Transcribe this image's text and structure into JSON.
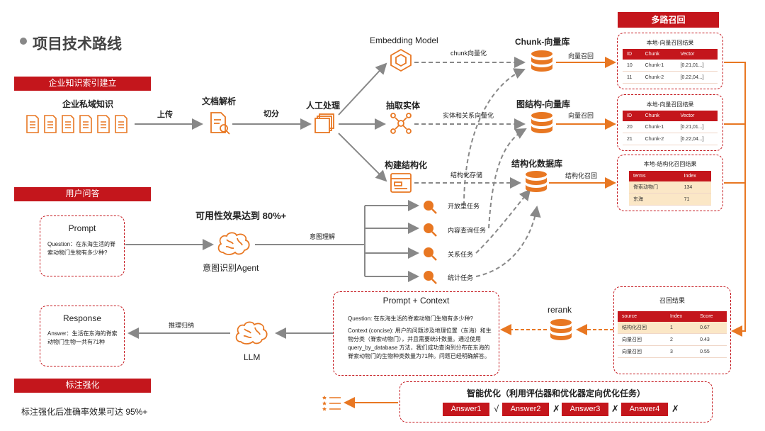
{
  "title": "项目技术路线",
  "sections": {
    "index": "企业知识索引建立",
    "qa": "用户问答",
    "annotation": "标注强化",
    "multi_recall": "多路召回"
  },
  "pipeline": {
    "private_knowledge": "企业私域知识",
    "upload": "上传",
    "doc_parse": "文档解析",
    "split": "切分",
    "manual": "人工处理",
    "embedding_model": "Embedding Model",
    "extract_entity": "抽取实体",
    "build_struct": "构建结构化",
    "chunk_vec": "chunk向量化",
    "entity_vec": "实体和关系向量化",
    "struct_store": "结构化存储",
    "chunk_db": "Chunk-向量库",
    "graph_db": "图结构-向量库",
    "struct_db": "结构化数据库",
    "vec_recall_1": "向量召回",
    "vec_recall_2": "向量召回",
    "struct_recall": "结构化召回"
  },
  "recall_tables": [
    {
      "title": "本地-向量召回结果",
      "headers": [
        "ID",
        "Chunk",
        "Vector"
      ],
      "rows": [
        [
          "10",
          "Chunk-1",
          "[0.21,01...]"
        ],
        [
          "11",
          "Chunk-2",
          "[0.22,04...]"
        ]
      ]
    },
    {
      "title": "本地-向量召回结果",
      "headers": [
        "ID",
        "Chunk",
        "Vector"
      ],
      "rows": [
        [
          "20",
          "Chunk-1",
          "[0.21,01...]"
        ],
        [
          "21",
          "Chunk-2",
          "[0.22,04...]"
        ]
      ]
    },
    {
      "title": "本地-结构化召回结果",
      "headers": [
        "terms",
        "Index"
      ],
      "rows": [
        [
          "脊索动物门",
          "134"
        ],
        [
          "东海",
          "71"
        ]
      ]
    }
  ],
  "qa": {
    "prompt_title": "Prompt",
    "prompt_text": "Question：在东海生活的脊索动物门生物有多少种?",
    "accuracy": "可用性效果达到 80%+",
    "intent": "意图理解",
    "agent": "意图识别Agent",
    "tasks": [
      "开放型任务",
      "内容查询任务",
      "关系任务",
      "统计任务"
    ],
    "rerank": "rerank",
    "result_title": "召回结果",
    "result_headers": [
      "source",
      "Index",
      "Score"
    ],
    "result_rows": [
      [
        "结构化召回",
        "1",
        "0.67"
      ],
      [
        "向量召回",
        "2",
        "0.43"
      ],
      [
        "向量召回",
        "3",
        "0.55"
      ]
    ],
    "pc_title": "Prompt + Context",
    "pc_question": "Question: 在东海生活的脊索动物门生物有多少种?",
    "pc_context": "Context (concise): 用户的问题涉及地理位置（东海）和生物分类（脊索动物门），并且需要统计数量。通过使用 query_by_database 方法，我们成功查询到分布在东海的脊索动物门的生物种类数量为71种。问题已经明确解答。",
    "llm": "LLM",
    "reasoning": "推理归纳",
    "response_title": "Response",
    "response_text": "Answer：生活在东海的脊索动物门生物一共有71种"
  },
  "optimize": {
    "title": "智能优化（利用评估器和优化器定向优化任务）",
    "answers": [
      "Answer1",
      "Answer2",
      "Answer3",
      "Answer4"
    ],
    "marks": [
      "√",
      "✗",
      "✗",
      "✗"
    ]
  },
  "annotation_note": "标注强化后准确率效果可达 95%+",
  "colors": {
    "accent": "#c4161c",
    "orange": "#e87722",
    "gray_line": "#888888"
  }
}
